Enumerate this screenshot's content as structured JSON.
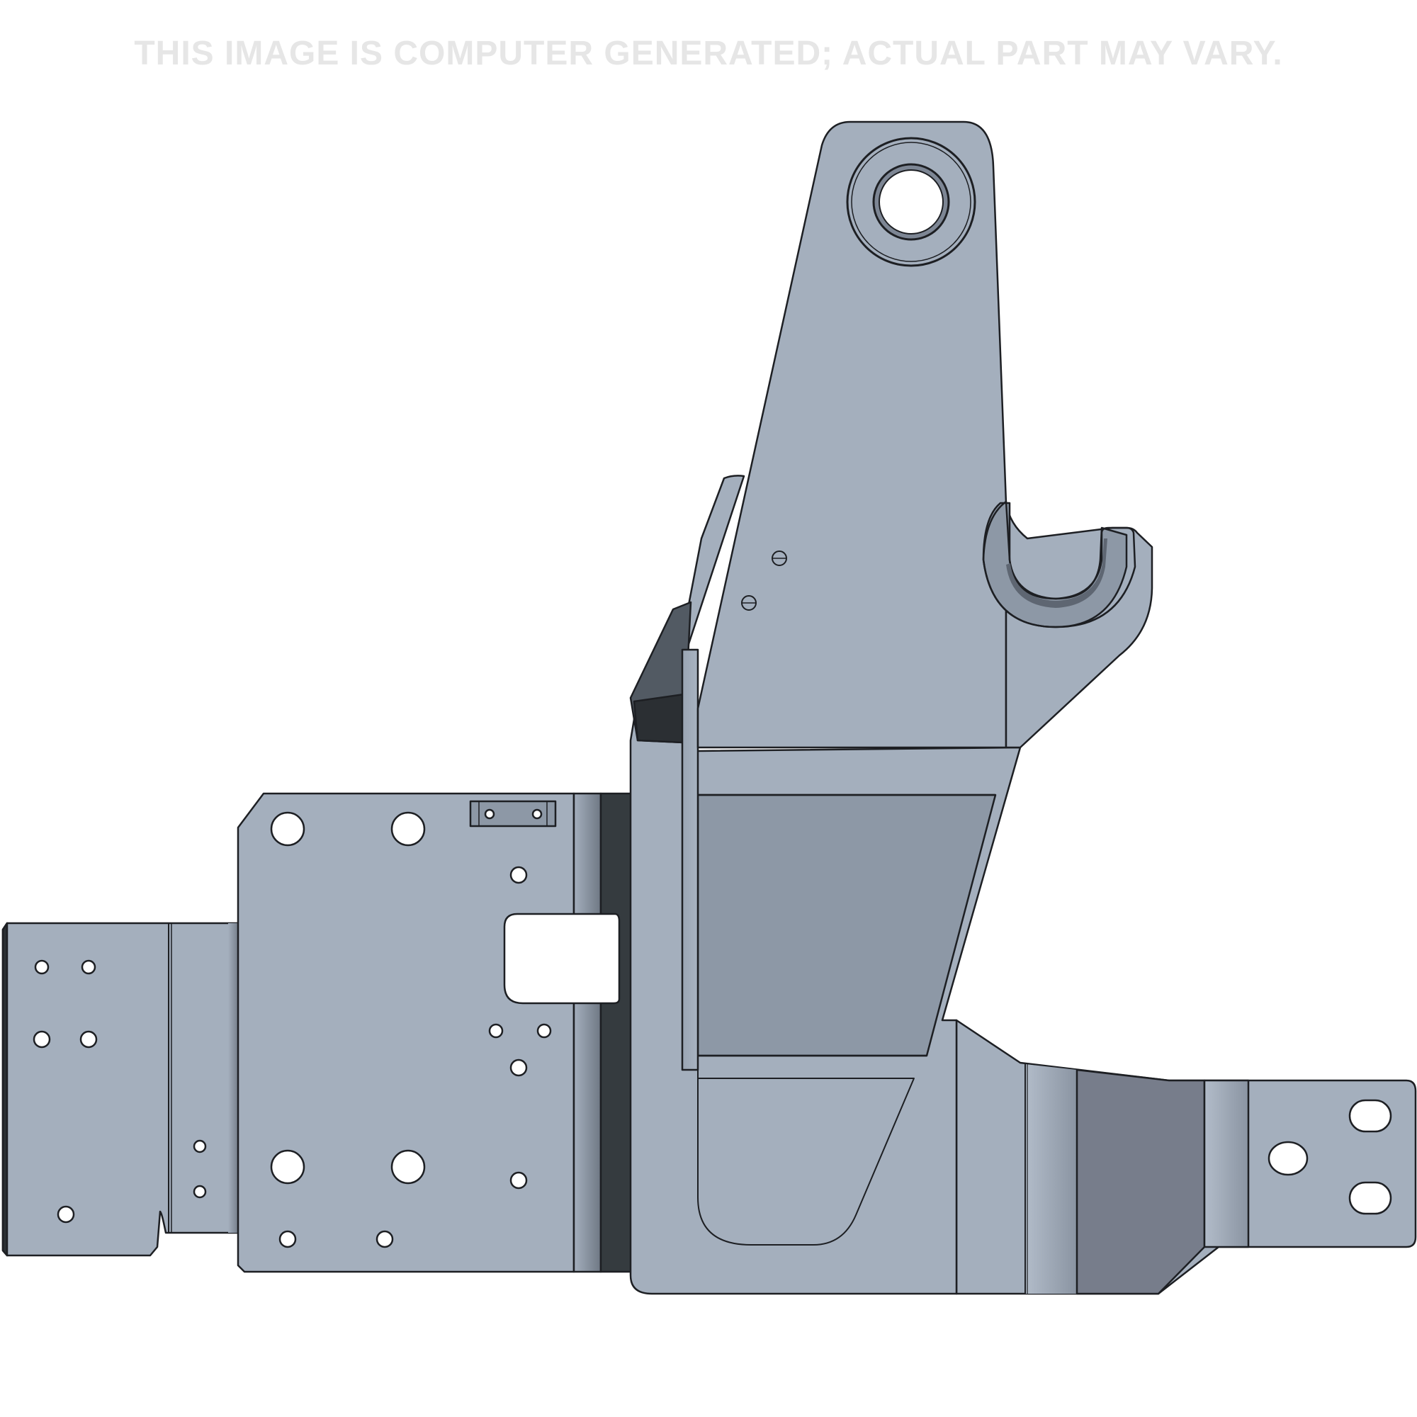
{
  "disclaimer": "THIS IMAGE IS COMPUTER GENERATED; ACTUAL PART MAY VARY.",
  "colors": {
    "background": "#ffffff",
    "part_face": "#a4afbd",
    "part_shadow_mid": "#8d98a6",
    "part_shadow_dark": "#777d8b",
    "edge_dark": "#353b3f",
    "outline": "#1d1f23",
    "disclaimer_text": "#e6e6e6"
  },
  "drawing": {
    "subject": "sheet-metal-bracket",
    "view": "rendered-3d"
  }
}
